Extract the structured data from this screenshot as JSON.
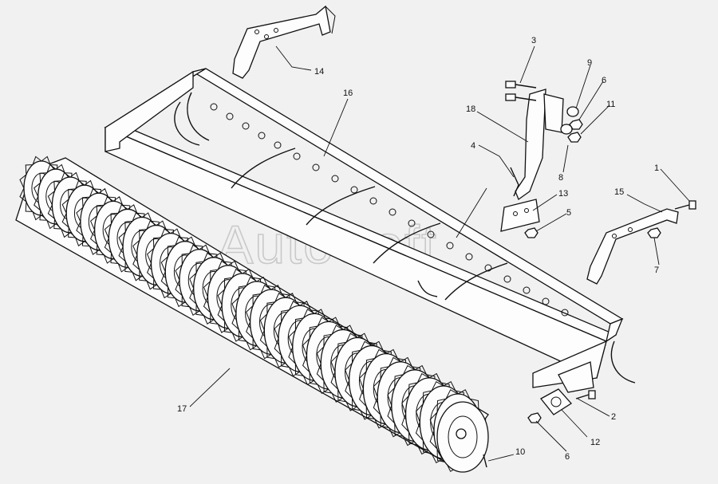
{
  "watermark": "AutoSoft",
  "callouts": {
    "c1": "1",
    "c2": "2",
    "c3": "3",
    "c4": "4",
    "c5": "5",
    "c6a": "6",
    "c6b": "6",
    "c7": "7",
    "c8": "8",
    "c9": "9",
    "c10": "10",
    "c11": "11",
    "c12": "12",
    "c13": "13",
    "c14": "14",
    "c15": "15",
    "c16": "16",
    "c17": "17",
    "c18": "18"
  },
  "colors": {
    "background": "#f1f1f1",
    "line": "#111111",
    "watermark": "#c9c9c9"
  }
}
